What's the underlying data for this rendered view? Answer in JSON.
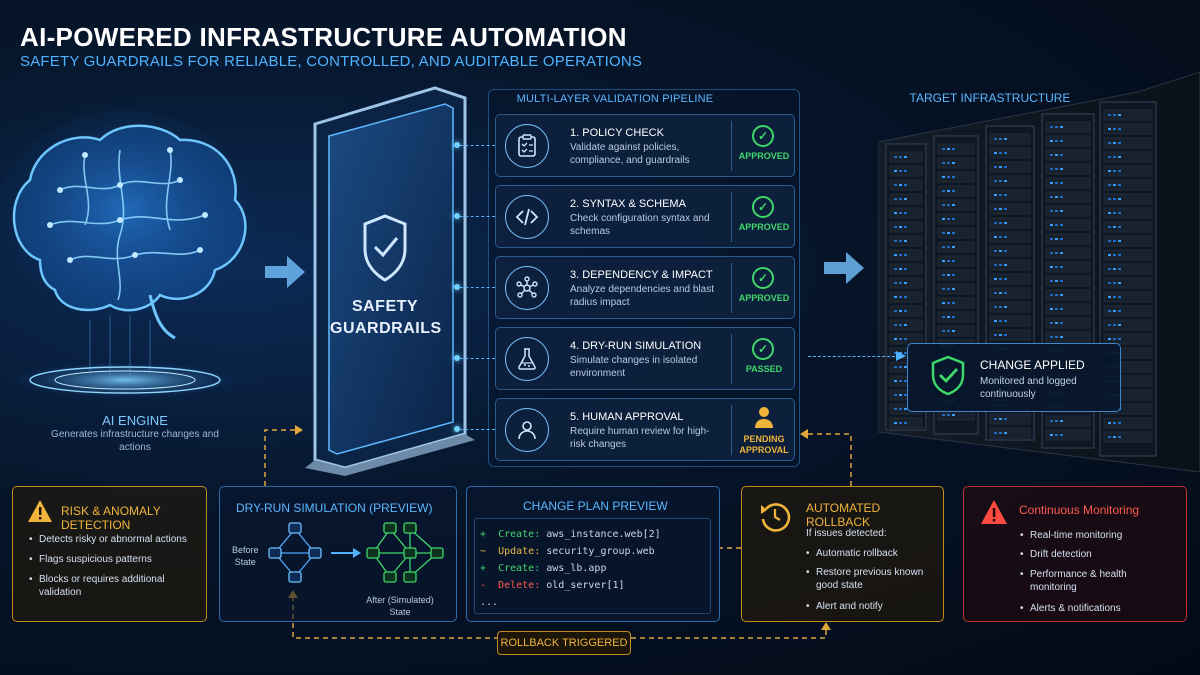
{
  "header": {
    "title": "AI-POWERED INFRASTRUCTURE AUTOMATION",
    "subtitle": "SAFETY GUARDRAILS FOR RELIABLE, CONTROLLED, AND AUDITABLE OPERATIONS"
  },
  "ai_engine": {
    "label": "AI ENGINE",
    "description": "Generates infrastructure changes and actions",
    "icon": "brain-icon"
  },
  "guardrails": {
    "label_line1": "SAFETY",
    "label_line2": "GUARDRAILS",
    "icon": "shield-check-icon"
  },
  "pipeline": {
    "title": "MULTI-LAYER VALIDATION PIPELINE",
    "steps": [
      {
        "title": "1. POLICY CHECK",
        "desc": "Validate against policies, compliance, and guardrails",
        "status": "APPROVED",
        "icon": "clipboard-icon"
      },
      {
        "title": "2. SYNTAX & SCHEMA",
        "desc": "Check configuration syntax and schemas",
        "status": "APPROVED",
        "icon": "code-icon"
      },
      {
        "title": "3. DEPENDENCY & IMPACT",
        "desc": "Analyze dependencies and blast radius impact",
        "status": "APPROVED",
        "icon": "network-icon"
      },
      {
        "title": "4. DRY-RUN SIMULATION",
        "desc": "Simulate changes in isolated environment",
        "status": "PASSED",
        "icon": "flask-icon"
      },
      {
        "title": "5. HUMAN APPROVAL",
        "desc": "Require human review for high-risk changes",
        "status_line1": "PENDING",
        "status_line2": "APPROVAL",
        "icon": "person-icon"
      }
    ]
  },
  "target": {
    "label": "TARGET INFRASTRUCTURE",
    "change_title": "CHANGE APPLIED",
    "change_desc": "Monitored and logged continuously"
  },
  "risk": {
    "title": "RISK & ANOMALY DETECTION",
    "bullets": [
      "Detects risky or abnormal actions",
      "Flags suspicious patterns",
      "Blocks or requires additional validation"
    ]
  },
  "dry_run": {
    "title": "DRY-RUN SIMULATION (PREVIEW)",
    "before_line1": "Before",
    "before_line2": "State",
    "after_line1": "After (Simulated)",
    "after_line2": "State"
  },
  "plan": {
    "title": "CHANGE PLAN PREVIEW",
    "lines": [
      {
        "op": "+",
        "verb": "Create:",
        "resource": "aws_instance.web[2]"
      },
      {
        "op": "~",
        "verb": "Update:",
        "resource": "security_group.web"
      },
      {
        "op": "+",
        "verb": "Create:",
        "resource": "aws_lb.app"
      },
      {
        "op": "-",
        "verb": "Delete:",
        "resource": "old_server[1]"
      }
    ],
    "ellipsis": "..."
  },
  "rollback": {
    "title": "AUTOMATED ROLLBACK",
    "intro": "If issues detected:",
    "bullets": [
      "Automatic rollback",
      "Restore previous known good state",
      "Alert and notify"
    ]
  },
  "monitoring": {
    "title": "Continuous Monitoring",
    "bullets": [
      "Real-time monitoring",
      "Drift detection",
      "Performance & health monitoring",
      "Alerts & notifications"
    ]
  },
  "rollback_triggered": "ROLLBACK TRIGGERED",
  "colors": {
    "accent_blue": "#4fb3ff",
    "approved_green": "#3fd66a",
    "warning_amber": "#f0b43a",
    "alert_red": "#ff4a42"
  }
}
